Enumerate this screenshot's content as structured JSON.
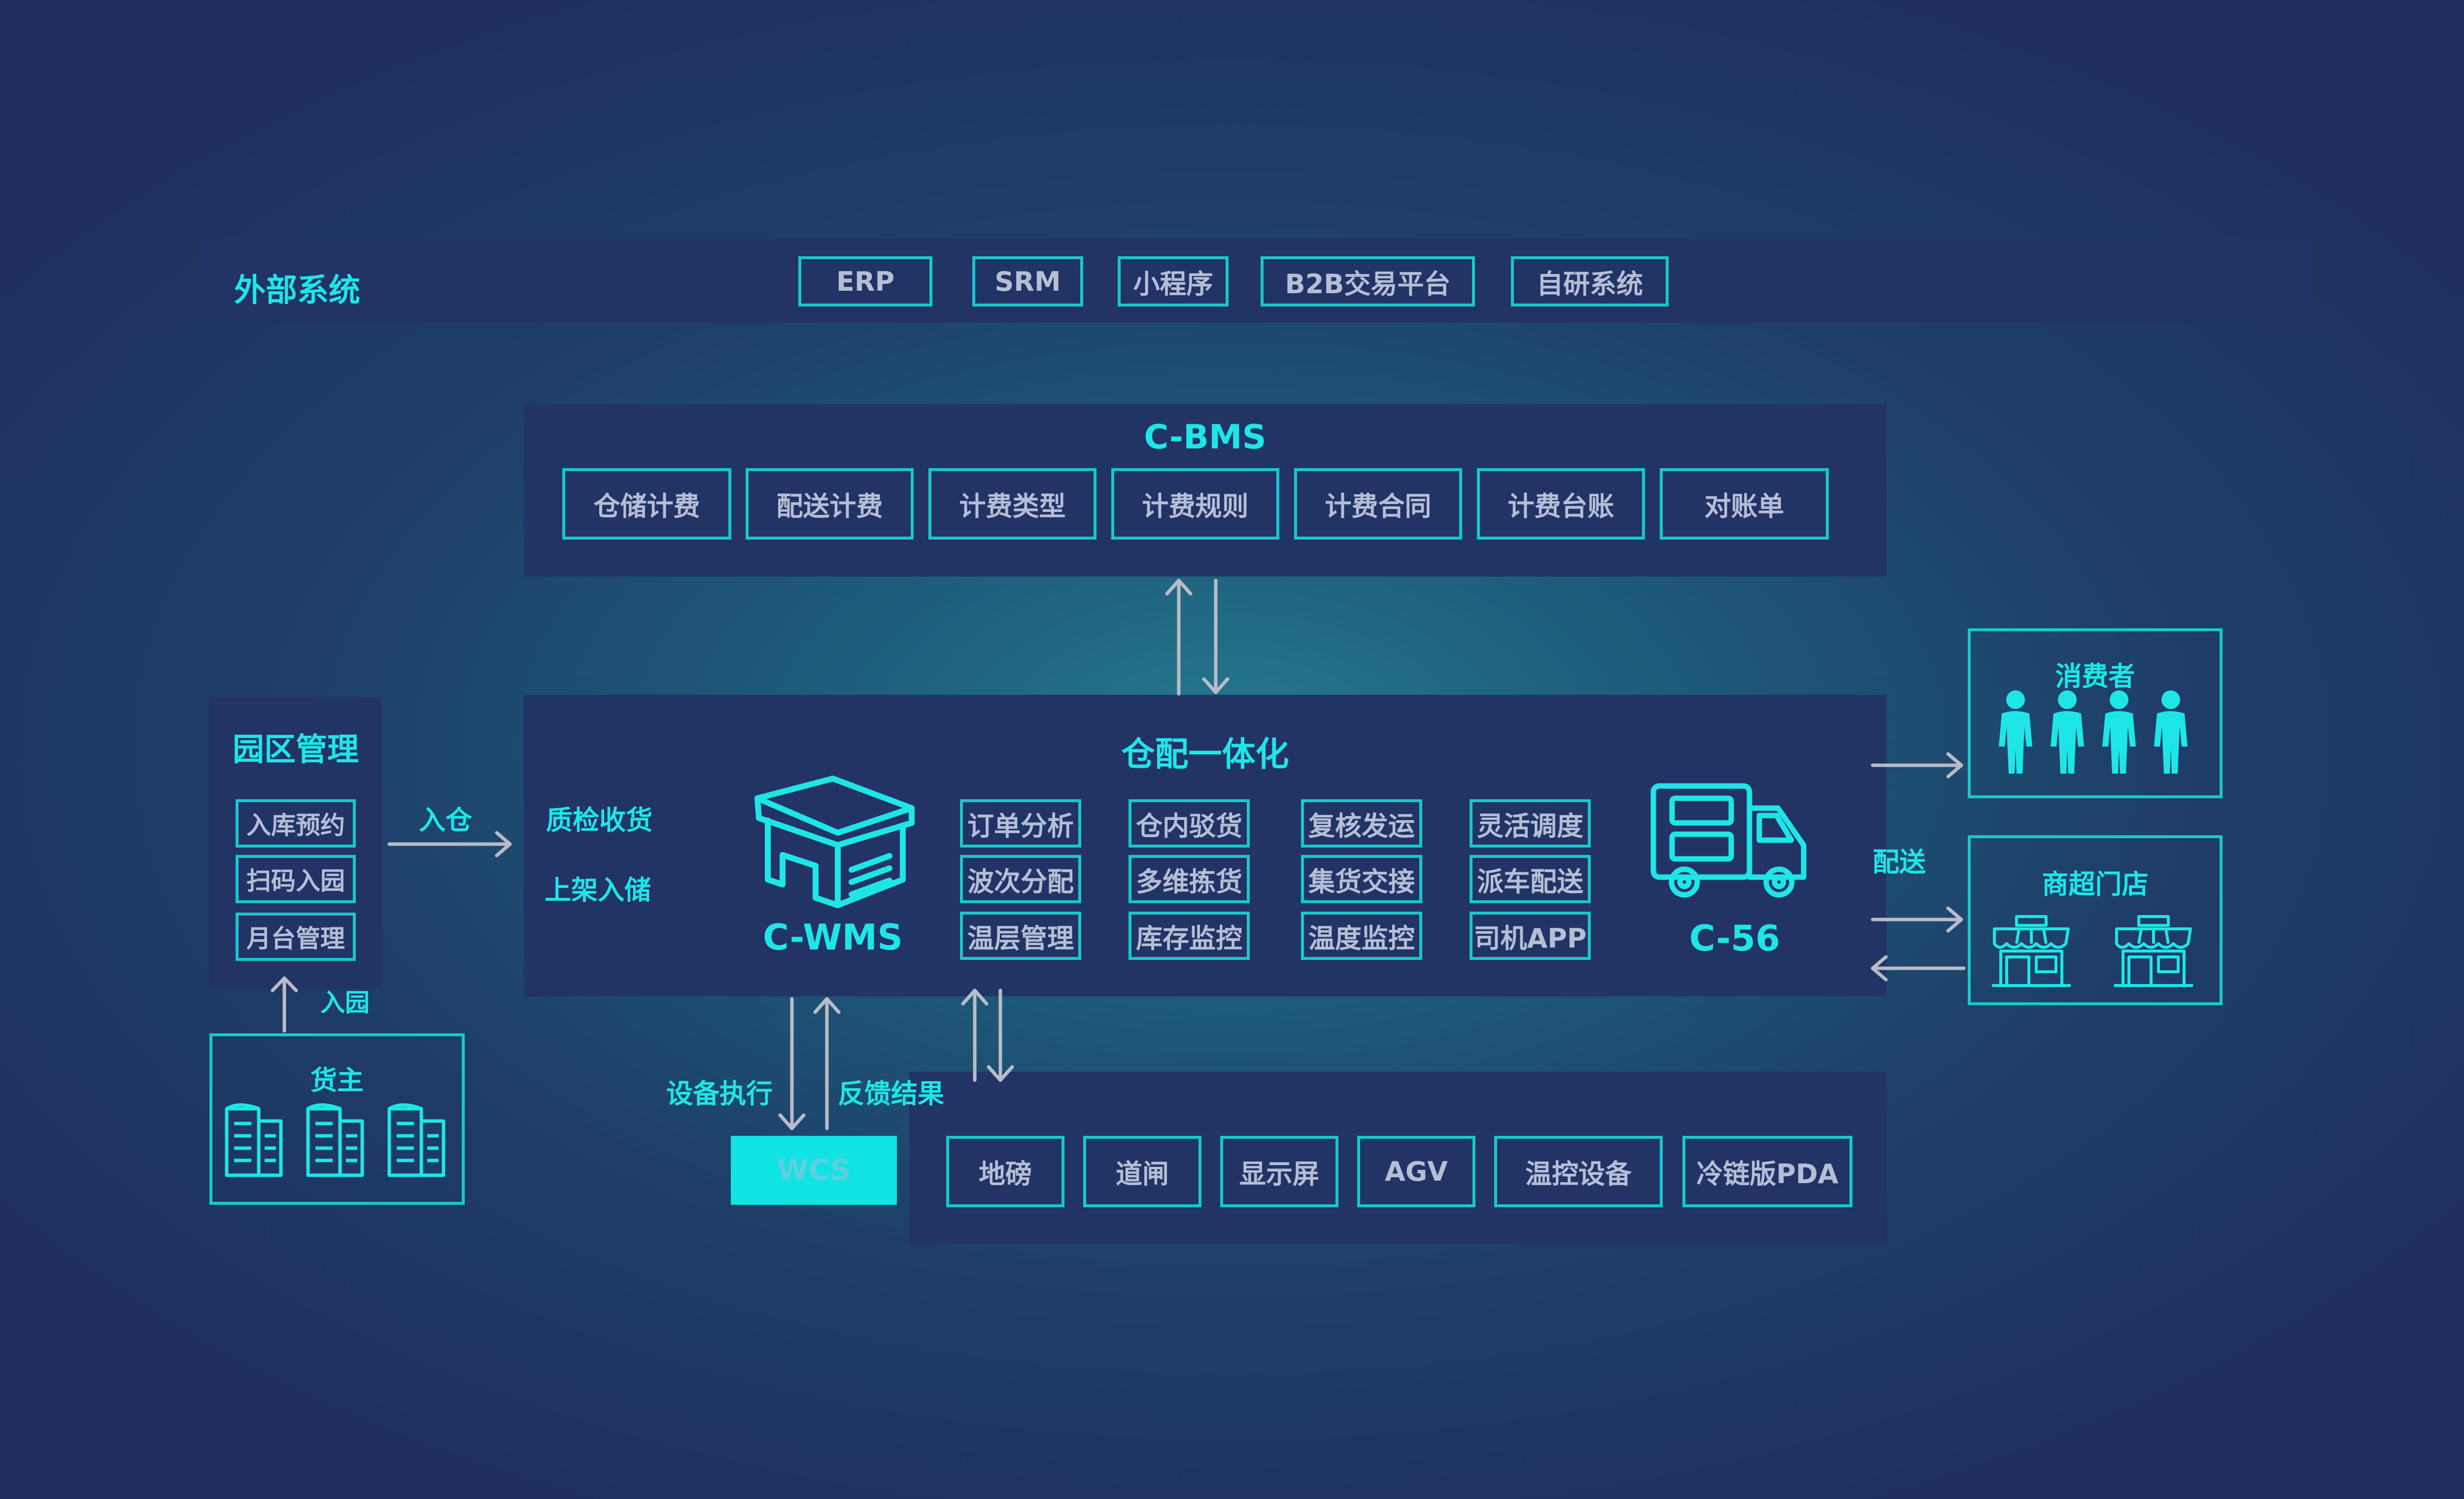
{
  "external": {
    "title": "外部系统",
    "items": [
      "ERP",
      "SRM",
      "小程序",
      "B2B交易平台",
      "自研系统"
    ]
  },
  "cbms": {
    "title": "C-BMS",
    "items": [
      "仓储计费",
      "配送计费",
      "计费类型",
      "计费规则",
      "计费合同",
      "计费台账",
      "对账单"
    ]
  },
  "park": {
    "title": "园区管理",
    "items": [
      "入库预约",
      "扫码入园",
      "月台管理"
    ]
  },
  "owner": {
    "title": "货主"
  },
  "flow": {
    "in_warehouse": "入仓",
    "in_park": "入园",
    "inspect": "质检收货",
    "shelve": "上架入储",
    "device_exec": "设备执行",
    "feedback": "反馈结果",
    "delivery": "配送"
  },
  "center": {
    "title": "仓配一体化",
    "wms": "C-WMS",
    "c56": "C-56",
    "grid": [
      [
        "订单分析",
        "仓内驳货",
        "复核发运",
        "灵活调度"
      ],
      [
        "波次分配",
        "多维拣货",
        "集货交接",
        "派车配送"
      ],
      [
        "温层管理",
        "库存监控",
        "温度监控",
        "司机APP"
      ]
    ]
  },
  "consumer": {
    "title": "消费者"
  },
  "store": {
    "title": "商超门店"
  },
  "wcs": {
    "label": "WCS"
  },
  "devices": [
    "地磅",
    "道闸",
    "显示屏",
    "AGV",
    "温控设备",
    "冷链版PDA"
  ],
  "colors": {
    "accent": "#1ee6e6",
    "border": "#17c9c9",
    "panel": "#223366",
    "box_text": "#b4bfd6",
    "arrow": "#b8bcc8",
    "wcs_fill": "#12e3e3"
  },
  "icons": {
    "warehouse": "warehouse-icon",
    "truck": "truck-icon",
    "person": "person-icon",
    "store": "store-icon",
    "building": "building-icon"
  }
}
